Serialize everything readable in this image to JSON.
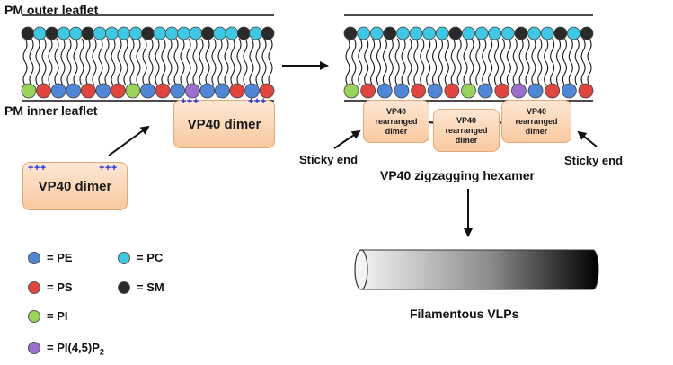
{
  "labels": {
    "outer_leaflet": "PM outer leaflet",
    "inner_leaflet": "PM inner leaflet",
    "sticky_end_left": "Sticky end",
    "sticky_end_right": "Sticky end",
    "hexamer": "VP40 zigzagging hexamer",
    "vlps": "Filamentous VLPs"
  },
  "boxes": {
    "dimer_membrane": "VP40 dimer",
    "dimer_free": "VP40 dimer",
    "rearranged_1": "VP40 rearranged dimer",
    "rearranged_2": "VP40 rearranged dimer",
    "rearranged_3": "VP40 rearranged dimer"
  },
  "charges": {
    "plus": "+++"
  },
  "legend": [
    {
      "key": "pe",
      "text": "= PE",
      "color": "#4f86d6"
    },
    {
      "key": "pc",
      "text": "= PC",
      "color": "#3ec8e3"
    },
    {
      "key": "ps",
      "text": "= PS",
      "color": "#e0453f"
    },
    {
      "key": "sm",
      "text": "= SM",
      "color": "#2a2a2a"
    },
    {
      "key": "pi",
      "text": "= PI",
      "color": "#9ad35a"
    },
    {
      "key": "pip2",
      "text": "= PI(4,5)P",
      "sub": "2",
      "color": "#9b6fd0"
    }
  ],
  "colors": {
    "pe": "#4f86d6",
    "pc": "#3ec8e3",
    "ps": "#e0453f",
    "sm": "#2a2a2a",
    "pi": "#9ad35a",
    "pip2": "#9b6fd0",
    "box_fill": "#fbd6b6",
    "charge": "#1b2bd6"
  },
  "membrane_left": {
    "outer": [
      "sm",
      "pc",
      "sm",
      "pc",
      "pc",
      "sm",
      "pc",
      "pc",
      "pc",
      "pc",
      "sm",
      "pc",
      "pc",
      "pc",
      "pc",
      "sm",
      "pc",
      "pc",
      "sm",
      "pc",
      "sm"
    ],
    "inner": [
      "pi",
      "ps",
      "pe",
      "pe",
      "ps",
      "pe",
      "ps",
      "pi",
      "pe",
      "ps",
      "pe",
      "pip2",
      "pe",
      "pe",
      "ps",
      "pe",
      "ps"
    ]
  },
  "membrane_right": {
    "outer": [
      "sm",
      "pc",
      "pc",
      "sm",
      "pc",
      "pc",
      "pc",
      "pc",
      "sm",
      "pc",
      "pc",
      "pc",
      "pc",
      "sm",
      "pc",
      "pc",
      "sm",
      "pc",
      "sm"
    ],
    "inner": [
      "pi",
      "ps",
      "pe",
      "pe",
      "ps",
      "pe",
      "ps",
      "pi",
      "pe",
      "ps",
      "pip2",
      "pe",
      "ps",
      "pe",
      "ps"
    ]
  }
}
